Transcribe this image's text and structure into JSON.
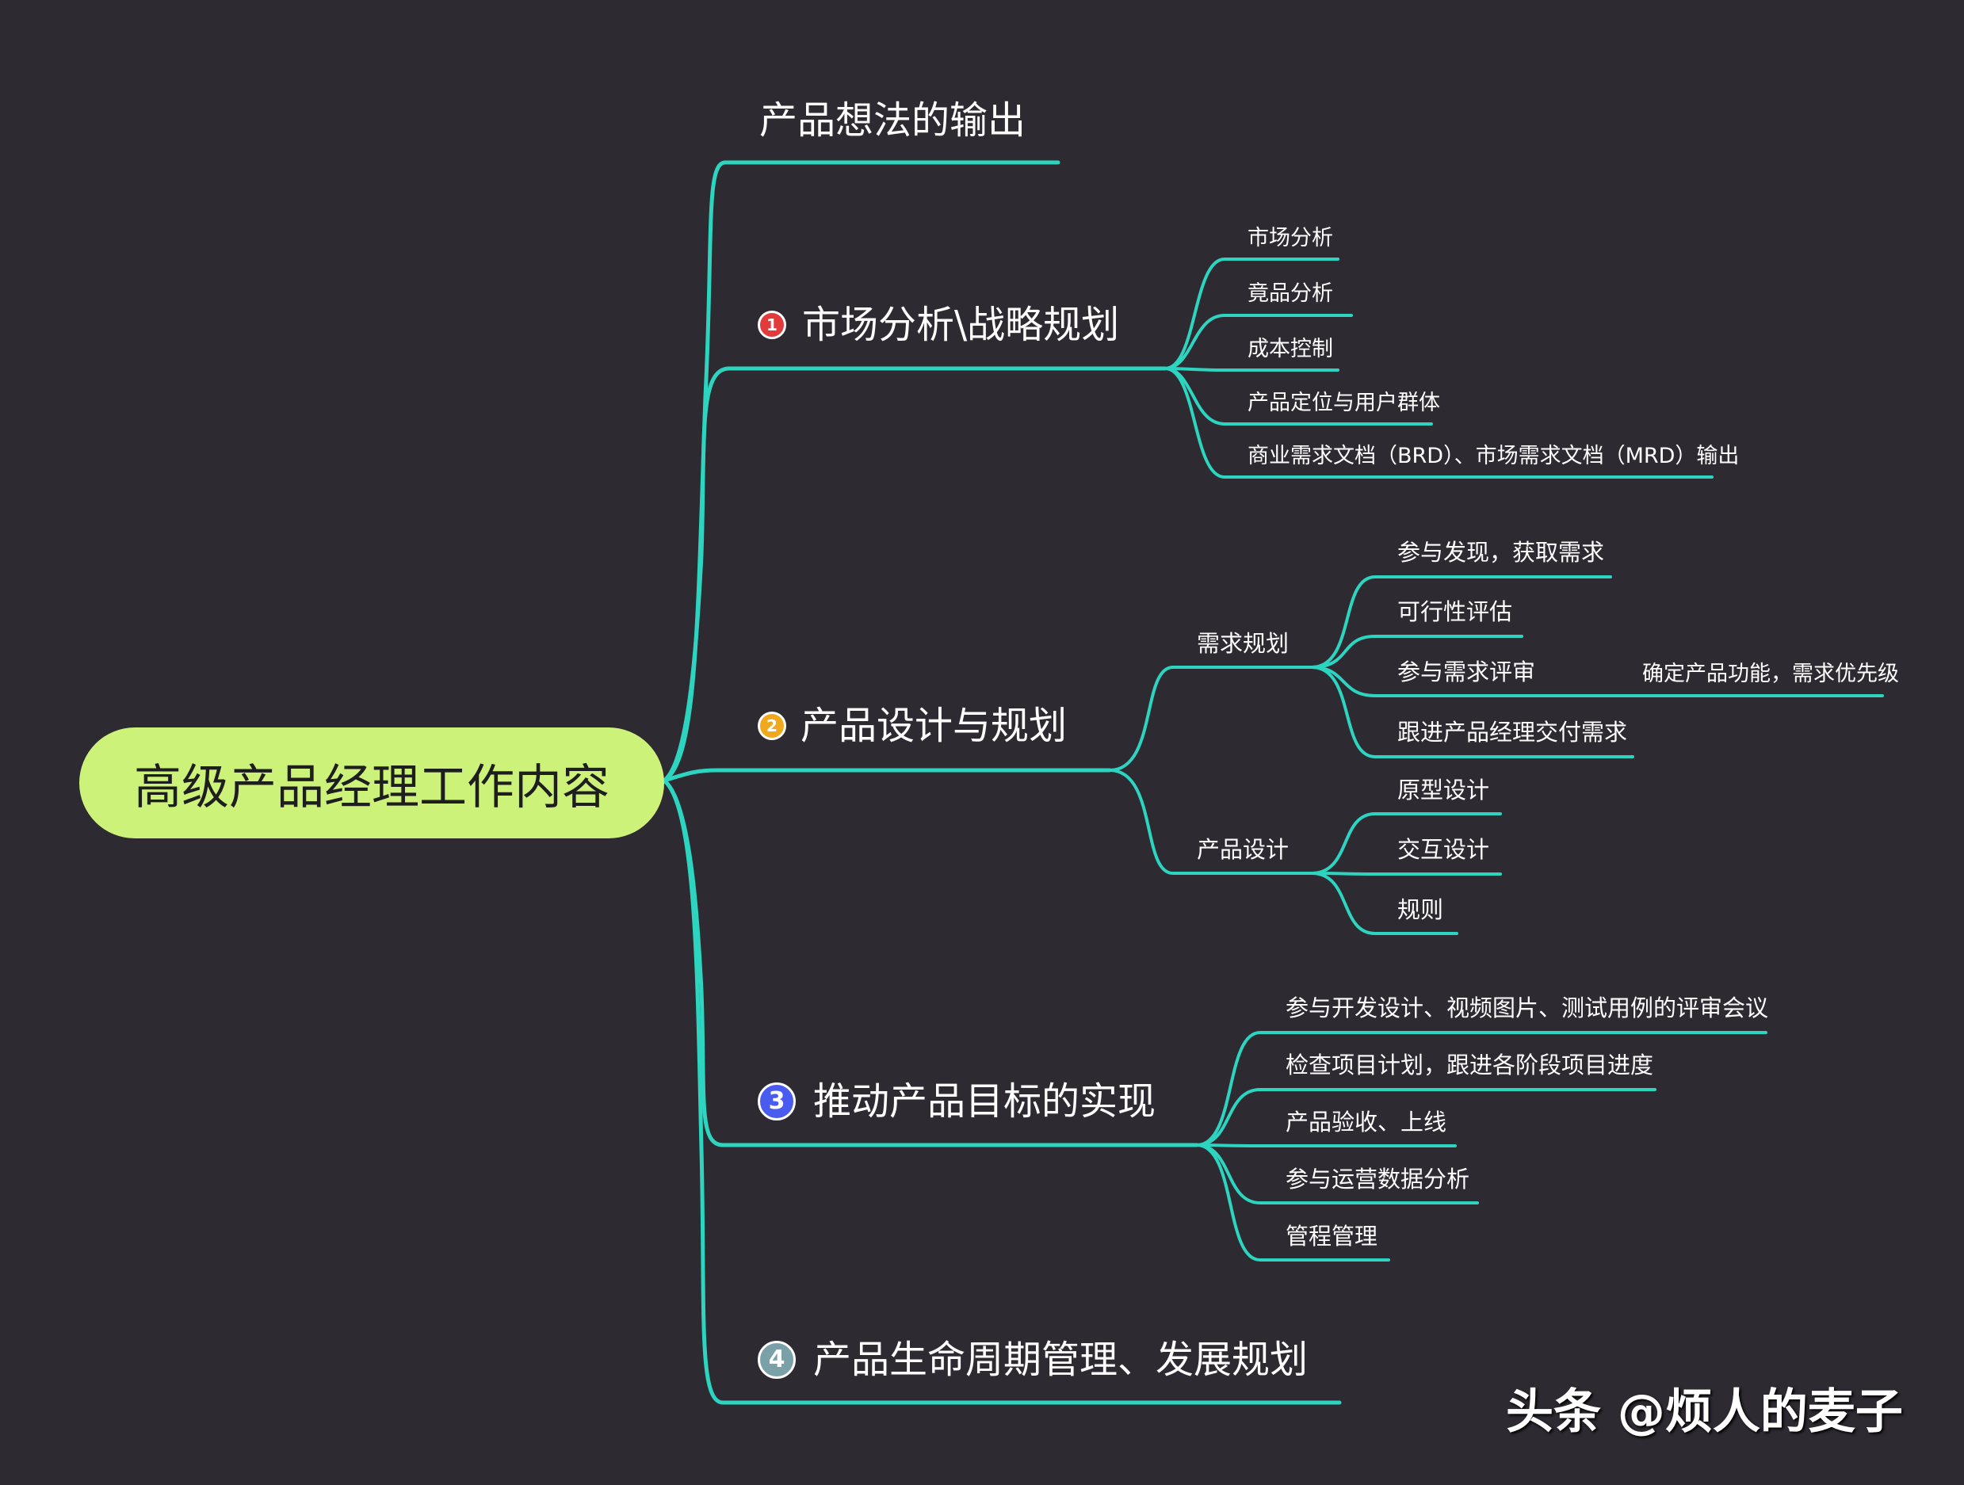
{
  "root": "高级产品经理工作内容",
  "colors": {
    "background": "#2d2a31",
    "line": "#2dd4bf",
    "root_fill": "#cdf27a"
  },
  "branches": [
    {
      "label": "产品想法的输出"
    },
    {
      "badge": "1",
      "badge_color": "#e23b3b",
      "label": "市场分析\\战略规划",
      "children": [
        "市场分析",
        "竟品分析",
        "成本控制",
        "产品定位与用户群体",
        "商业需求文档（BRD）、市场需求文档（MRD）输出"
      ]
    },
    {
      "badge": "2",
      "badge_color": "#f0a81c",
      "label": "产品设计与规划",
      "groups": [
        {
          "label": "需求规划",
          "children": [
            "参与发现，获取需求",
            "可行性评估",
            "参与需求评审",
            "跟进产品经理交付需求"
          ],
          "note": "确定产品功能，需求优先级"
        },
        {
          "label": "产品设计",
          "children": [
            "原型设计",
            "交互设计",
            "规则"
          ]
        }
      ]
    },
    {
      "badge": "3",
      "badge_color": "#4a5cf0",
      "label": "推动产品目标的实现",
      "children": [
        "参与开发设计、视频图片、测试用例的评审会议",
        "检查项目计划，跟进各阶段项目进度",
        "产品验收、上线",
        "参与运营数据分析",
        "管程管理"
      ]
    },
    {
      "badge": "4",
      "badge_color": "#7aa1a8",
      "label": "产品生命周期管理、发展规划"
    }
  ],
  "watermark": "头条 @烦人的麦子"
}
